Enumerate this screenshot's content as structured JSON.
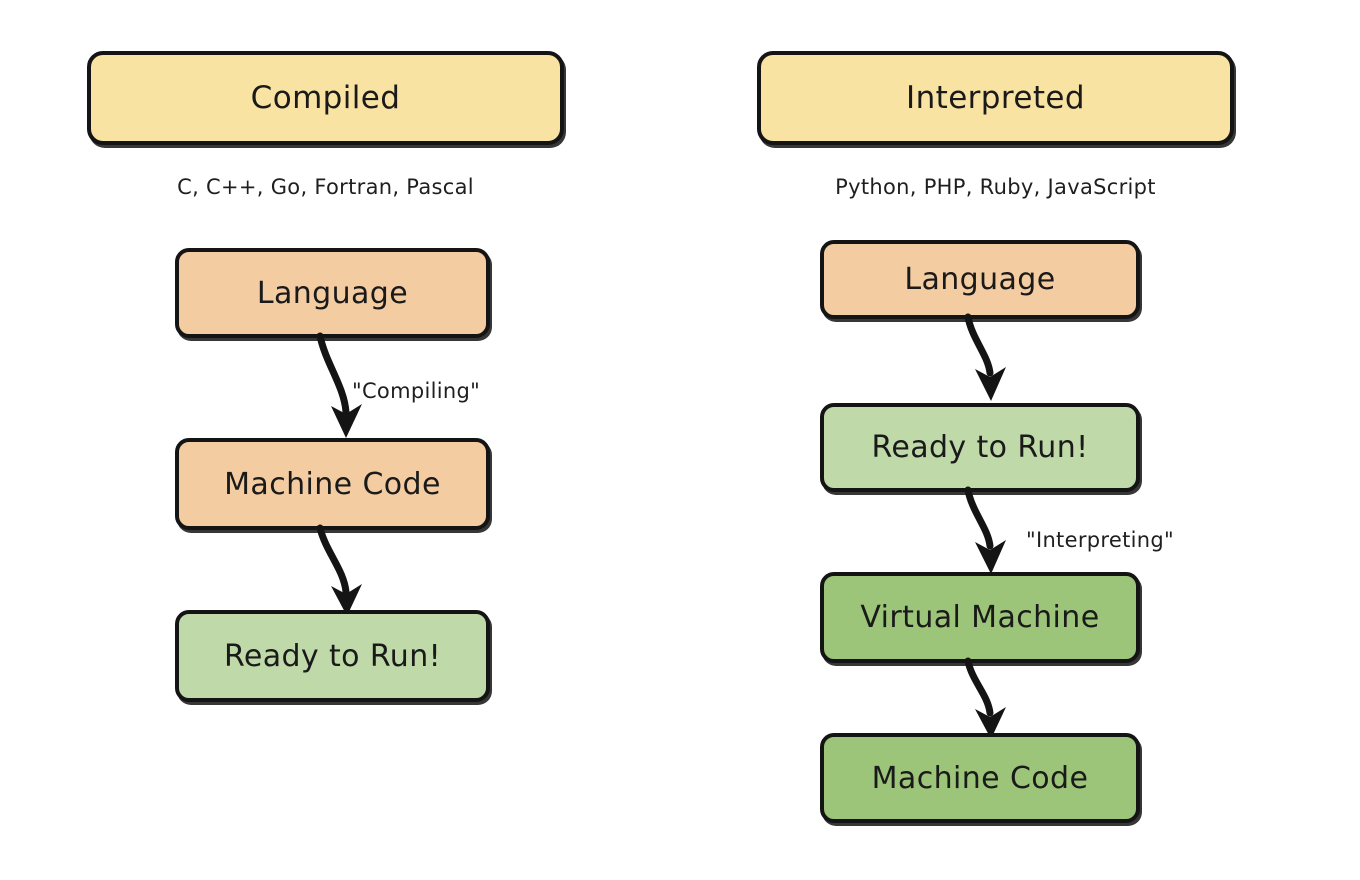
{
  "diagram": {
    "title_visible": false,
    "columns": [
      {
        "id": "compiled",
        "header": "Compiled",
        "caption": "C, C++, Go, Fortran, Pascal",
        "steps": [
          {
            "label": "Language",
            "fill": "#F4CCA2"
          },
          {
            "label": "Machine Code",
            "fill": "#F4CCA2"
          },
          {
            "label": "Ready to Run!",
            "fill": "#BFD9A9"
          }
        ],
        "edges": [
          {
            "from": "Language",
            "to": "Machine Code",
            "label": "\"Compiling\""
          },
          {
            "from": "Machine Code",
            "to": "Ready to Run!",
            "label": ""
          }
        ]
      },
      {
        "id": "interpreted",
        "header": "Interpreted",
        "caption": "Python, PHP, Ruby, JavaScript",
        "steps": [
          {
            "label": "Language",
            "fill": "#F4CCA2"
          },
          {
            "label": "Ready to Run!",
            "fill": "#BFD9A9"
          },
          {
            "label": "Virtual Machine",
            "fill": "#9CC579"
          },
          {
            "label": "Machine Code",
            "fill": "#9CC579"
          }
        ],
        "edges": [
          {
            "from": "Language",
            "to": "Ready to Run!",
            "label": ""
          },
          {
            "from": "Ready to Run!",
            "to": "Virtual Machine",
            "label": "\"Interpreting\""
          },
          {
            "from": "Virtual Machine",
            "to": "Machine Code",
            "label": ""
          }
        ]
      }
    ],
    "colors": {
      "header_fill": "#F8E3A3",
      "orange_fill": "#F4CCA2",
      "light_green_fill": "#BFD9A9",
      "dark_green_fill": "#9CC579",
      "stroke": "#141414",
      "background": "#FFFFFF",
      "text": "#1A1A1A"
    }
  }
}
